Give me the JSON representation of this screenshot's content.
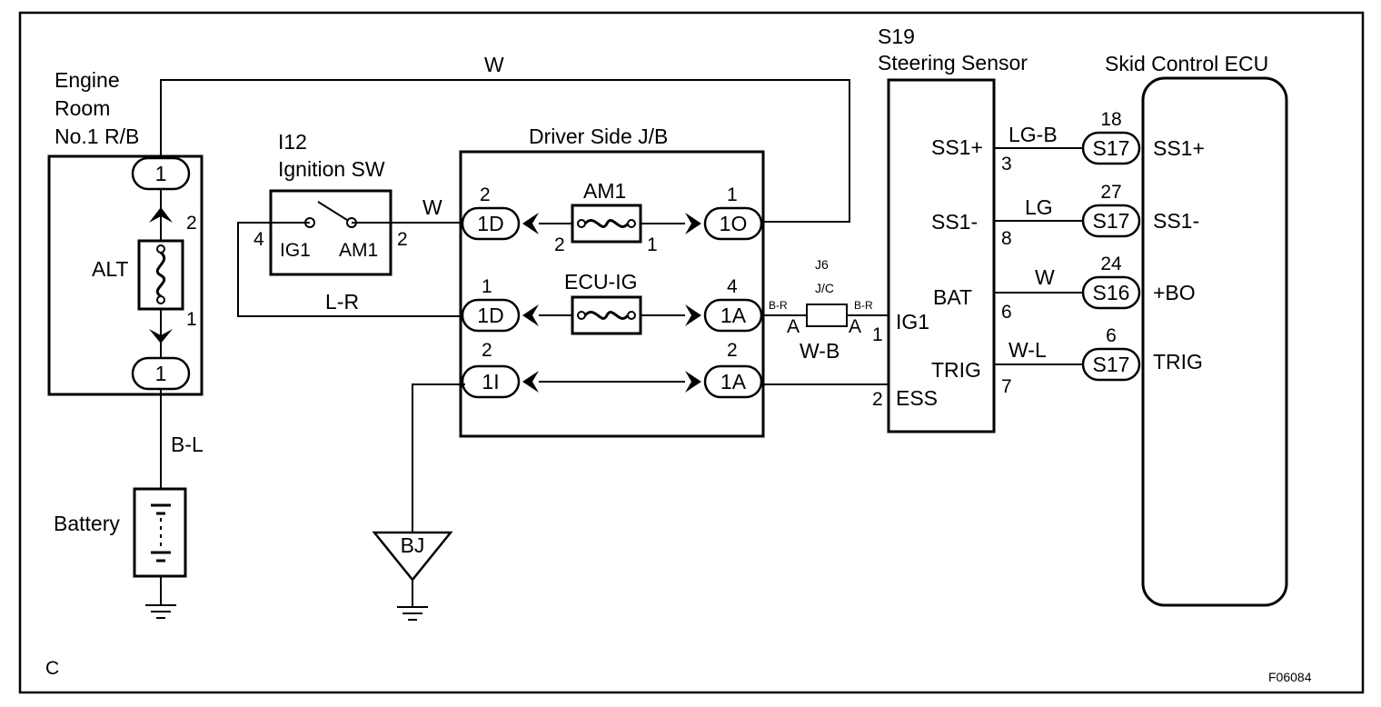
{
  "engine_room": {
    "title_l1": "Engine",
    "title_l2": "Room",
    "title_l3": "No.1 R/B",
    "top_connector": "1",
    "bottom_connector": "1",
    "pin_top": "2",
    "pin_bottom": "1",
    "fuse": "ALT"
  },
  "ignition_sw": {
    "code": "I12",
    "title": "Ignition SW",
    "ig1": "IG1",
    "am1": "AM1",
    "pin_left": "4",
    "pin_right": "2"
  },
  "driver_jb": {
    "title": "Driver Side J/B",
    "conn_1d_top": "1D",
    "conn_1d_top_pin": "2",
    "conn_1o": "1O",
    "conn_1o_pin": "1",
    "am1_fuse": "AM1",
    "am1_pin_left": "2",
    "am1_pin_right": "1",
    "conn_1d_mid": "1D",
    "conn_1d_mid_pin": "1",
    "ecu_ig_fuse": "ECU-IG",
    "conn_1a_mid": "1A",
    "conn_1a_mid_pin": "4",
    "conn_1i": "1I",
    "conn_1i_pin": "2",
    "conn_1a_bot": "1A",
    "conn_1a_bot_pin": "2"
  },
  "jc": {
    "code": "J6",
    "label": "J/C",
    "wire_left": "B-R",
    "wire_right": "B-R",
    "pin_left": "A",
    "pin_right": "A",
    "wire_below": "W-B"
  },
  "steering_sensor": {
    "code": "S19",
    "title": "Steering Sensor",
    "ss1p": "SS1+",
    "ss1m": "SS1-",
    "bat": "BAT",
    "ig1": "IG1",
    "trig": "TRIG",
    "ess": "ESS",
    "pin_ig1": "1",
    "pin_ess": "2",
    "pin_ss1p": "3",
    "pin_ss1m": "8",
    "pin_bat": "6",
    "pin_trig": "7"
  },
  "ecu": {
    "title": "Skid Control ECU",
    "rows": [
      {
        "wire": "LG-B",
        "pin": "18",
        "connector": "S17",
        "signal": "SS1+"
      },
      {
        "wire": "LG",
        "pin": "27",
        "connector": "S17",
        "signal": "SS1-"
      },
      {
        "wire": "W",
        "pin": "24",
        "connector": "S16",
        "signal": "+BO"
      },
      {
        "wire": "W-L",
        "pin": "6",
        "connector": "S17",
        "signal": "TRIG"
      }
    ]
  },
  "wires": {
    "top": "W",
    "ig_out": "W",
    "lr": "L-R",
    "bl": "B-L"
  },
  "battery": "Battery",
  "ground_bj": "BJ",
  "corner_code": "C",
  "figure_id": "F06084"
}
